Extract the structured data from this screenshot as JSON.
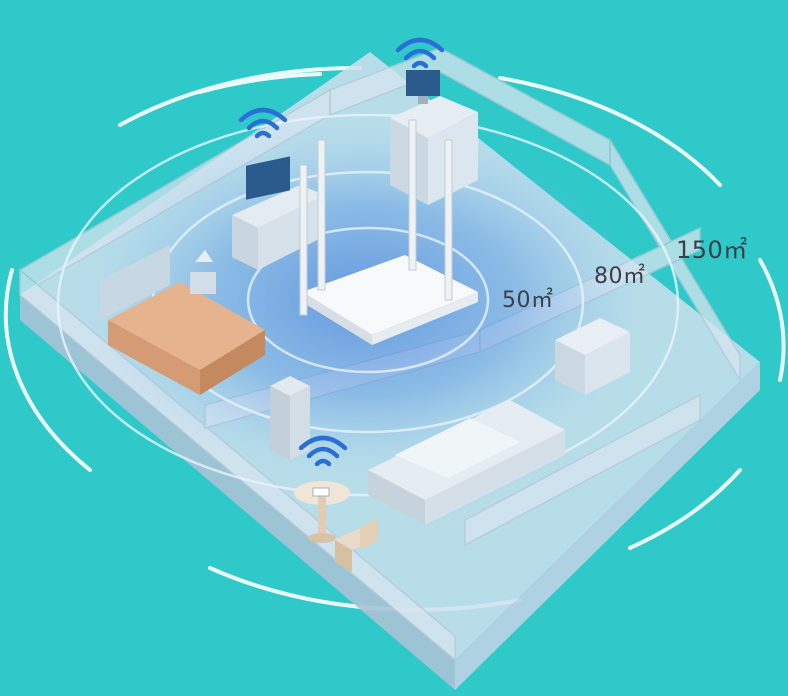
{
  "coverage": {
    "inner_label": "50㎡",
    "middle_label": "80㎡",
    "outer_label": "150㎡"
  },
  "colors": {
    "background": "#2fc9c9",
    "ring_white": "#ffffff",
    "signal_blue": "#2a6fd6",
    "label_text": "#3a3f4a"
  },
  "icons": [
    "wifi-icon",
    "router-icon",
    "tv-icon",
    "lamp-icon",
    "bed-icon",
    "sofa-icon",
    "table-icon",
    "chair-icon"
  ]
}
